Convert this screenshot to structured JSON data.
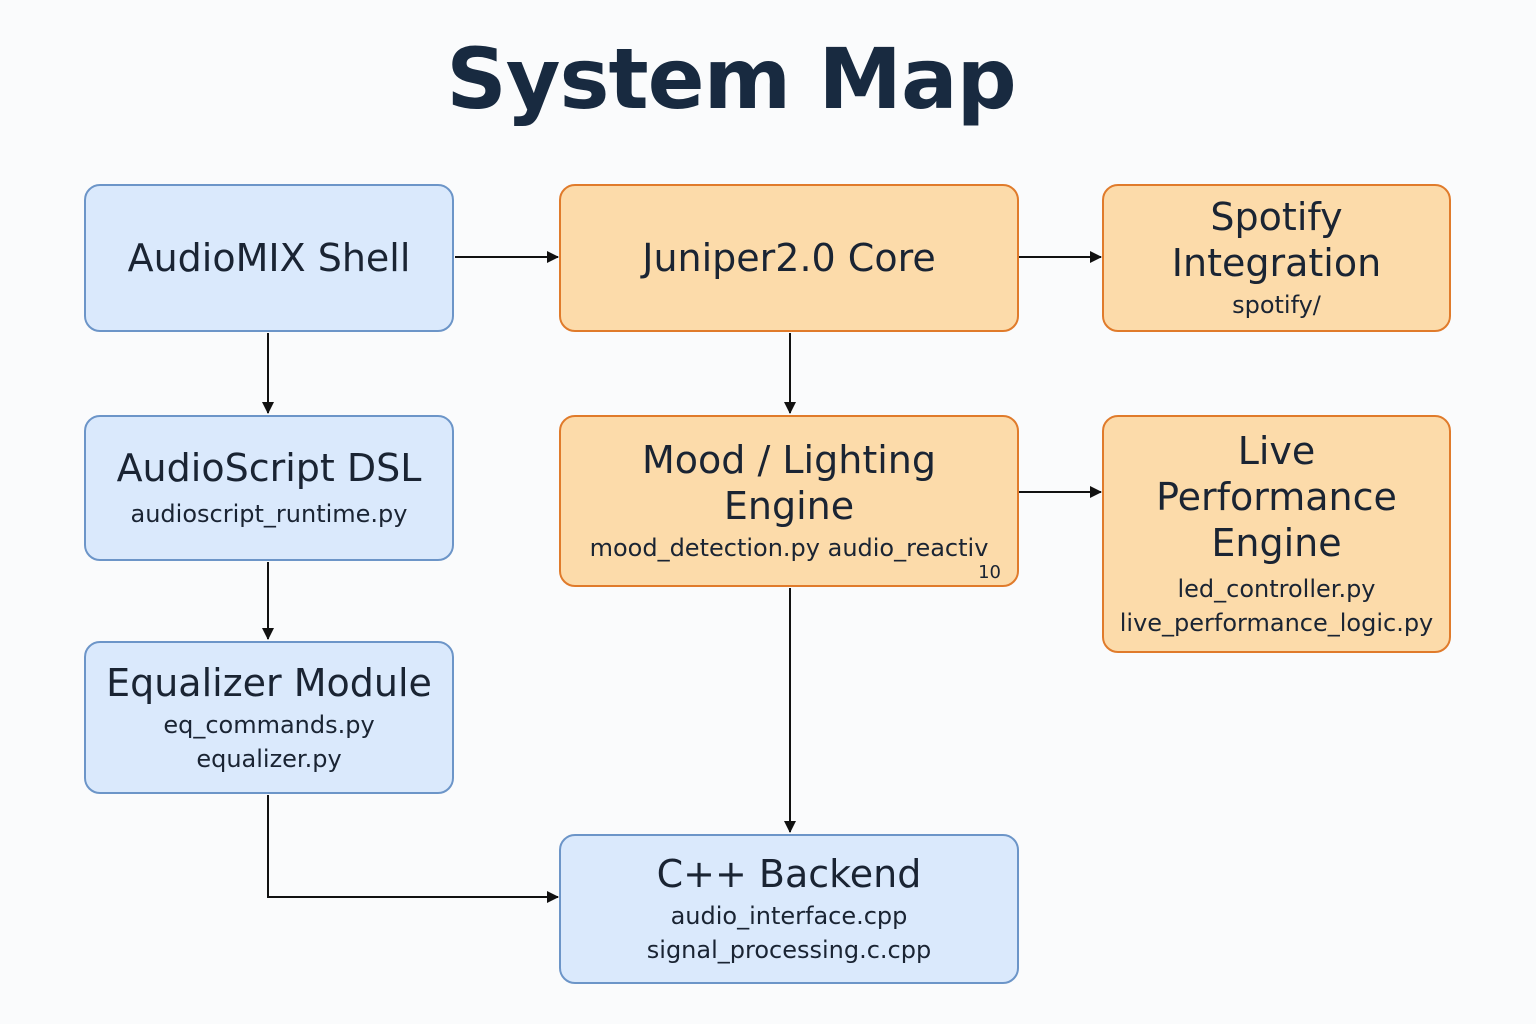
{
  "title": "System Map",
  "colors": {
    "module_fill": "#dae9fc",
    "module_border": "#6c95c8",
    "engine_fill": "#fcdbaa",
    "engine_border": "#e07b2b",
    "arrow": "#111111"
  },
  "nodes": {
    "audiomix_shell": {
      "title": "AudioMIX Shell"
    },
    "juniper_core": {
      "title": "Juniper2.0 Core"
    },
    "spotify": {
      "title": "Spotify Integration",
      "files": [
        "spotify/"
      ]
    },
    "audioscript_dsl": {
      "title": "AudioScript DSL",
      "files": [
        "audioscript_runtime.py"
      ]
    },
    "mood_engine": {
      "title": "Mood / Lighting Engine",
      "files": [
        "mood_detection.py audio_reactiv"
      ],
      "badge": "10"
    },
    "live_performance": {
      "title": "Live Performance Engine",
      "files": [
        "led_controller.py",
        "live_performance_logic.py"
      ]
    },
    "equalizer": {
      "title": "Equalizer Module",
      "files": [
        "eq_commands.py",
        "equalizer.py"
      ]
    },
    "cpp_backend": {
      "title": "C++ Backend",
      "files": [
        "audio_interface.cpp",
        "signal_processing.c.cpp"
      ]
    }
  },
  "edges": [
    {
      "from": "AudioMIX Shell",
      "to": "Juniper2.0 Core"
    },
    {
      "from": "Juniper2.0 Core",
      "to": "Spotify Integration"
    },
    {
      "from": "AudioMIX Shell",
      "to": "AudioScript DSL"
    },
    {
      "from": "Juniper2.0 Core",
      "to": "Mood / Lighting Engine"
    },
    {
      "from": "Mood / Lighting Engine",
      "to": "Live Performance Engine"
    },
    {
      "from": "AudioScript DSL",
      "to": "Equalizer Module"
    },
    {
      "from": "Equalizer Module",
      "to": "C++ Backend"
    },
    {
      "from": "Mood / Lighting Engine",
      "to": "C++ Backend"
    }
  ]
}
